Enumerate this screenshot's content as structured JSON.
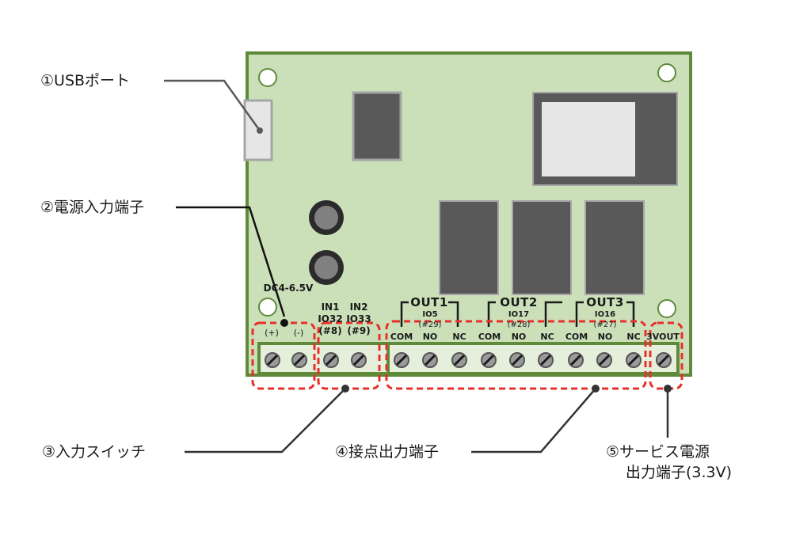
{
  "callouts": [
    {
      "id": "usb",
      "text": "①USBポート"
    },
    {
      "id": "power",
      "text": "②電源入力端子"
    },
    {
      "id": "input",
      "text": "③入力スイッチ"
    },
    {
      "id": "contact",
      "text": "④接点出力端子"
    },
    {
      "id": "service_line1",
      "text": "⑤サービス電源"
    },
    {
      "id": "service_line2",
      "text": "出力端子(3.3V)"
    }
  ],
  "board": {
    "power_rating": "DC4-6.5V",
    "power_pins": [
      "(+)",
      "(-)"
    ],
    "inputs": [
      {
        "name": "IN1",
        "io": "IO32",
        "pin": "(#8)"
      },
      {
        "name": "IN2",
        "io": "IO33",
        "pin": "(#9)"
      }
    ],
    "outputs": [
      {
        "name": "OUT1",
        "io": "IO5",
        "pin": "(#29)",
        "terminals": [
          "COM",
          "NO",
          "NC"
        ]
      },
      {
        "name": "OUT2",
        "io": "IO17",
        "pin": "(#28)",
        "terminals": [
          "COM",
          "NO",
          "NC"
        ]
      },
      {
        "name": "OUT3",
        "io": "IO16",
        "pin": "(#27)",
        "terminals": [
          "COM",
          "NO",
          "NC"
        ]
      }
    ],
    "service_out": "3VOUT"
  },
  "colors": {
    "pcb_fill": "#cbe0b9",
    "pcb_border": "#5f8a3a",
    "component_dark": "#595959",
    "component_border": "#a6a6a6",
    "highlight_dashed": "#e8302a",
    "terminal_strip": "#e6efdc"
  }
}
